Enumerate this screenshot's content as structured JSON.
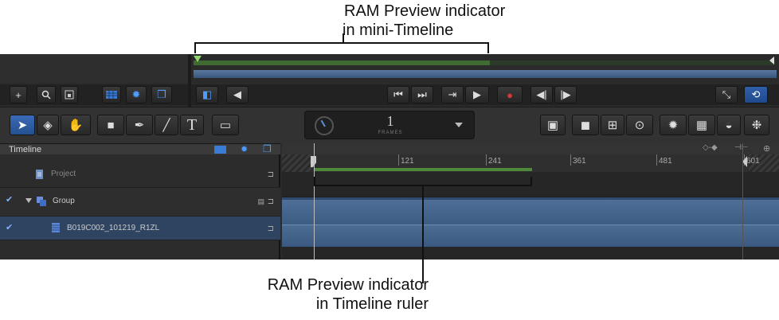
{
  "callouts": {
    "top_line1": "RAM Preview indicator",
    "top_line2": "in mini-Timeline",
    "bottom_line1": "RAM Preview indicator",
    "bottom_line2": "in Timeline ruler"
  },
  "transport": {
    "left_buttons": [
      "+",
      "search-icon",
      "layout-icon"
    ],
    "mid_buttons": [
      "grid-icon",
      "gear-icon",
      "layers-icon"
    ]
  },
  "frames": {
    "value": "1",
    "label": "FRAMES"
  },
  "timeline": {
    "title": "Timeline",
    "ruler_ticks": [
      "121",
      "241",
      "361",
      "481",
      "601"
    ],
    "rows": [
      {
        "label": "Project",
        "checked": false,
        "dim": true
      },
      {
        "label": "Group",
        "checked": true,
        "dim": false
      },
      {
        "label": "B019C002_101219_R1ZL",
        "checked": true,
        "dim": false
      }
    ]
  },
  "colors": {
    "accent": "#4e9cff",
    "ram_green": "#4f8a3c",
    "clip_blue": "#4c6c94",
    "record": "#d23a3a"
  }
}
